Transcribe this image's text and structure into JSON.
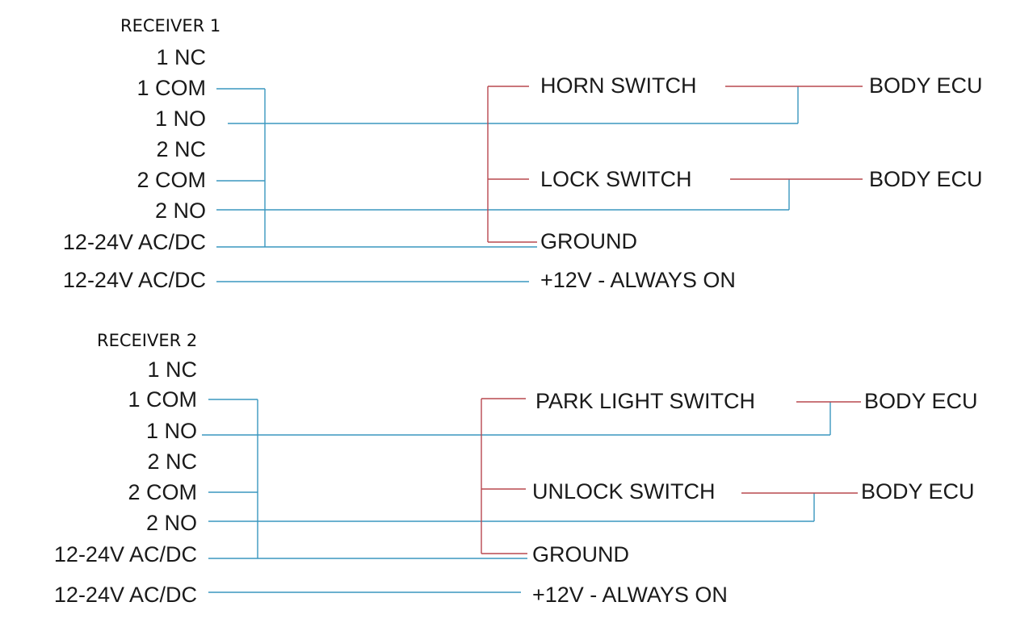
{
  "colors": {
    "signal_wire": "#3a97bf",
    "switch_wire": "#b8484f",
    "text": "#1a1a1a"
  },
  "receivers": [
    {
      "title": "RECEIVER 1",
      "pins": [
        "1 NC",
        "1 COM",
        "1 NO",
        "2 NC",
        "2 COM",
        "2 NO",
        "12-24V AC/DC",
        "12-24V AC/DC"
      ],
      "switches": [
        "HORN SWITCH",
        "LOCK SWITCH"
      ],
      "targets": [
        "BODY ECU",
        "BODY ECU"
      ],
      "ground": "GROUND",
      "power": "+12V - ALWAYS ON"
    },
    {
      "title": "RECEIVER 2",
      "pins": [
        "1 NC",
        "1 COM",
        "1 NO",
        "2 NC",
        "2 COM",
        "2 NO",
        "12-24V AC/DC",
        "12-24V AC/DC"
      ],
      "switches": [
        "PARK LIGHT SWITCH",
        "UNLOCK SWITCH"
      ],
      "targets": [
        "BODY ECU",
        "BODY ECU"
      ],
      "ground": "GROUND",
      "power": "+12V - ALWAYS ON"
    }
  ]
}
